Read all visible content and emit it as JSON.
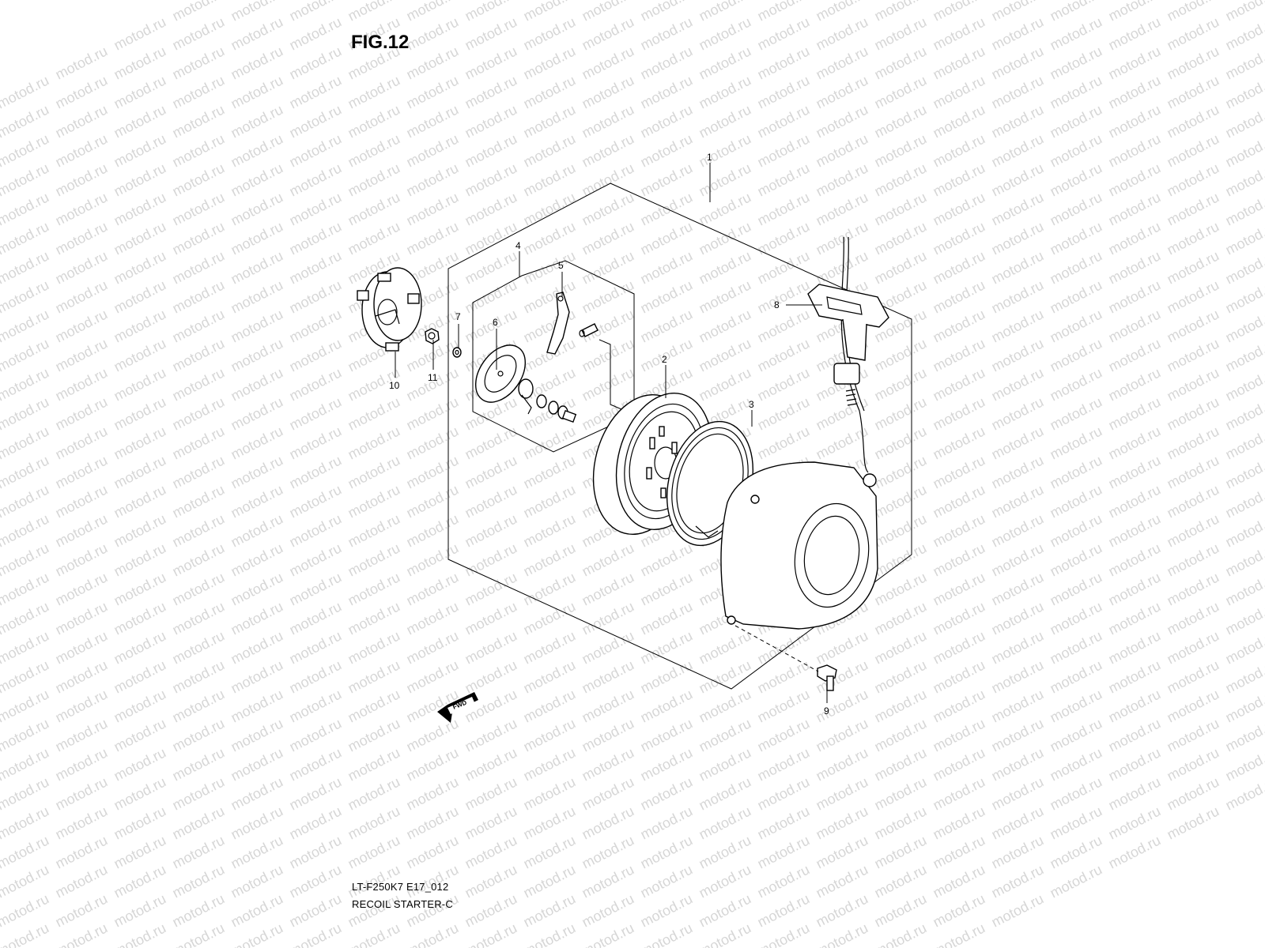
{
  "figure": {
    "title": "FIG.12",
    "code": "LT-F250K7 E17_012",
    "name": "RECOIL STARTER-C",
    "watermark": "motod.ru",
    "fwd_label": "FWD"
  },
  "callouts": [
    "1",
    "2",
    "3",
    "4",
    "5",
    "6",
    "7",
    "8",
    "9",
    "10",
    "11"
  ],
  "icons": [
    "fwd-arrow-icon"
  ]
}
